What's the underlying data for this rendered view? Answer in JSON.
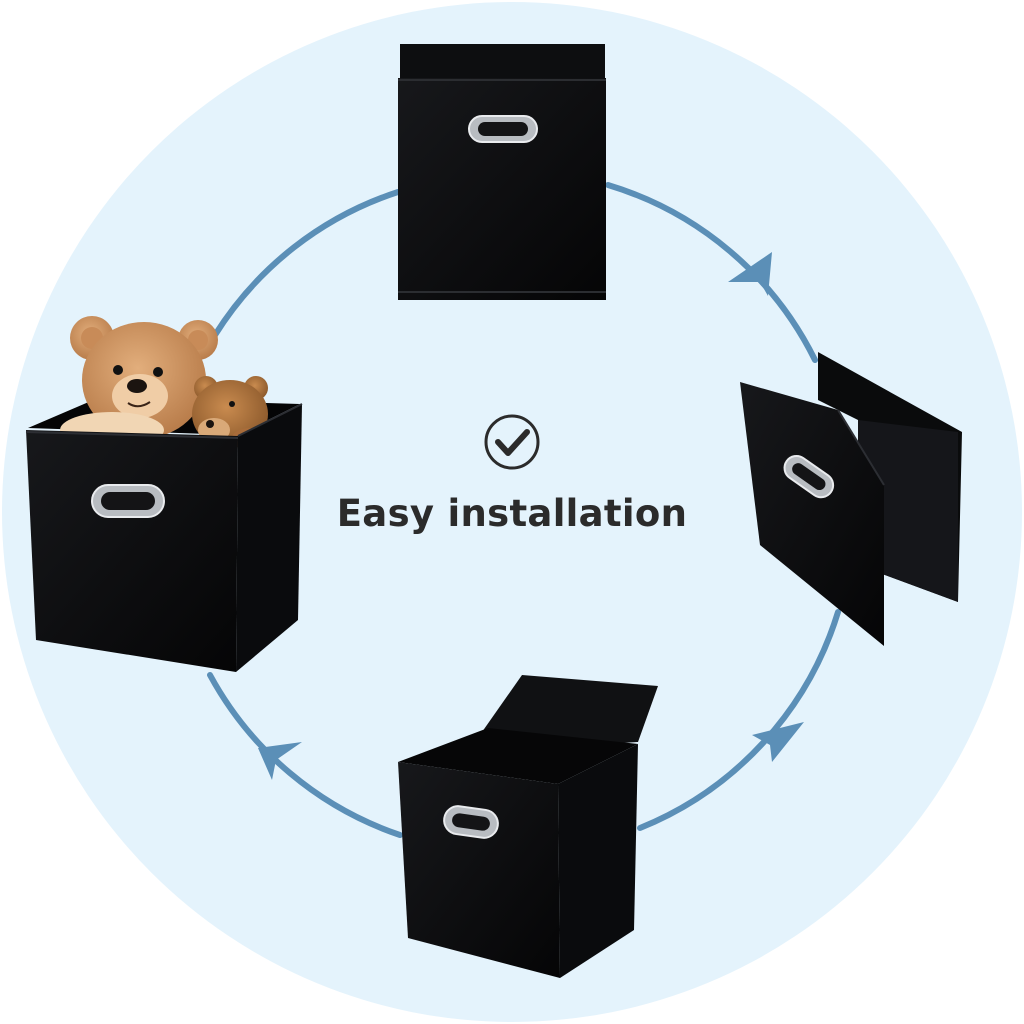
{
  "headline": "Easy installation",
  "colors": {
    "background_circle": "#e4f3fc",
    "cycle_arrow": "#5b8fb7",
    "bin_fabric": "#0c0d0f",
    "handle_metal": "#c9ccd0",
    "headline_text": "#2b2b2b"
  },
  "icons": {
    "badge": "checkmark-circle-icon",
    "arrows": "cycle-arrow-icon"
  },
  "steps": [
    "folded-bin",
    "unfolding-bin",
    "half-assembled-bin",
    "assembled-bin-with-toys"
  ]
}
